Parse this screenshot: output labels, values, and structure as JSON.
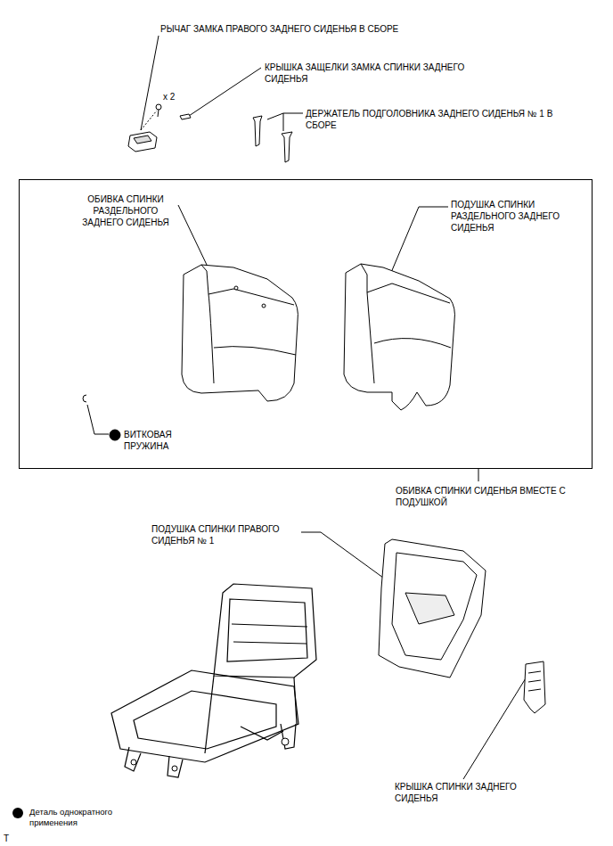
{
  "diagram": {
    "nodes": [
      {
        "text": [
          "ОБИВКА СПИНКИ СИДЕНЬЯ ВМЕСТЕ С ПОДУШКОЙ"
        ]
      }
    ],
    "labels": [
      "РЫЧАГ ЗАМКА ПРАВОГО ЗАДНЕГО СИДЕНЬЯ В СБОРЕ",
      "x 2",
      "КРЫШКА ЗАЩЕЛКИ ЗАМКА СПИНКИ ЗАДНЕГО СИДЕНЬЯ",
      "ДЕРЖАТЕЛЬ ПОДГОЛОВНИКА ЗАДНЕГО СИДЕНЬЯ № 1 В СБОРЕ",
      "ОБИВКА СПИНКИ РАЗДЕЛЬНОГО ЗАДНЕГО СИДЕНЬЯ",
      "ПОДУШКА СПИНКИ РАЗДЕЛЬНОГО ЗАДНЕГО СИДЕНЬЯ",
      "ВИТКОВАЯ ПРУЖИНА",
      "ПОДУШКА СПИНКИ ПРАВОГО СИДЕНЬЯ № 1",
      "КРЫШКА СПИНКИ ЗАДНЕГО СИДЕНЬЯ",
      "T"
    ],
    "legend": [
      {
        "text": "Деталь однократного применения",
        "color": "#000000"
      }
    ]
  }
}
